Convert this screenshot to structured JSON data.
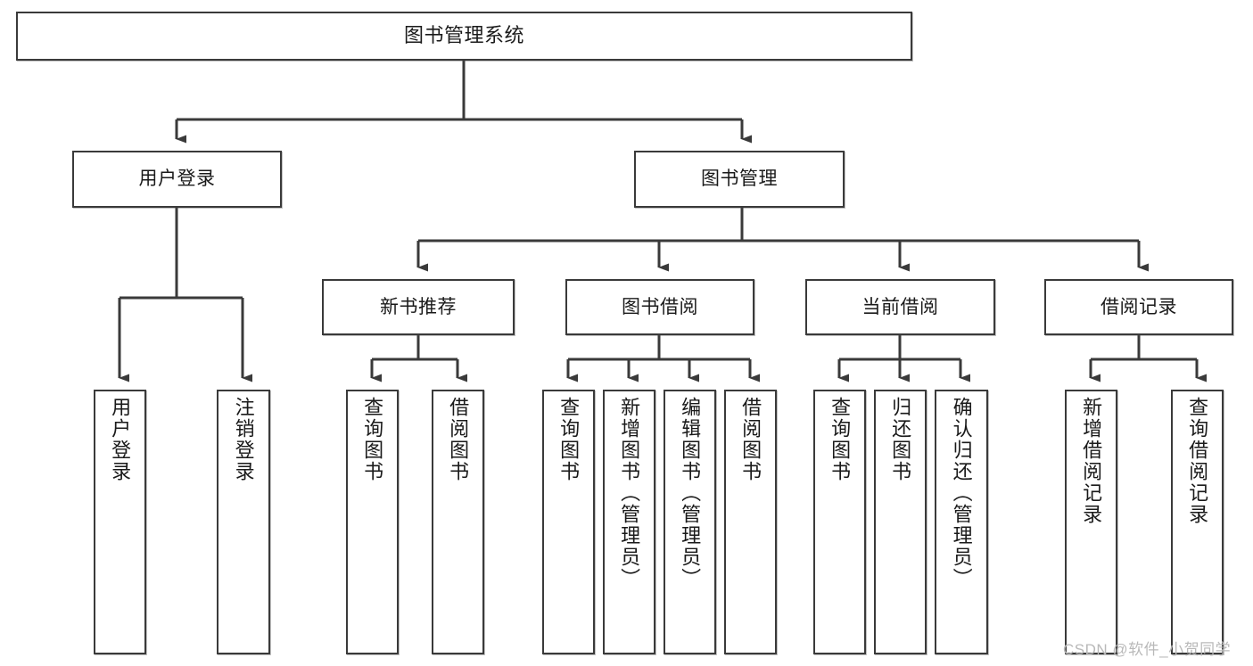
{
  "diagram": {
    "title": "图书管理系统",
    "watermark": "CSDN @软件_小贺同学",
    "colors": {
      "box_border": "#3a3a3a",
      "box_fill": "#ffffff",
      "edge": "#3a3a3a",
      "text": "#1a1a1a",
      "watermark": "#b9b9b9"
    },
    "nodes": {
      "root": {
        "label": "图书管理系统"
      },
      "level2": [
        {
          "label": "用户登录"
        },
        {
          "label": "图书管理"
        }
      ],
      "level3": [
        {
          "label": "新书推荐"
        },
        {
          "label": "图书借阅"
        },
        {
          "label": "当前借阅"
        },
        {
          "label": "借阅记录"
        }
      ],
      "leaves": {
        "user_login": [
          {
            "label": "用户登录"
          },
          {
            "label": "注销登录"
          }
        ],
        "new_book": [
          {
            "label": "查询图书"
          },
          {
            "label": "借阅图书"
          }
        ],
        "borrow_book": [
          {
            "label": "查询图书"
          },
          {
            "label": "新增图书（管理员）"
          },
          {
            "label": "编辑图书（管理员）"
          },
          {
            "label": "借阅图书"
          }
        ],
        "current_borrow": [
          {
            "label": "查询图书"
          },
          {
            "label": "归还图书"
          },
          {
            "label": "确认归还（管理员）"
          }
        ],
        "borrow_record": [
          {
            "label": "新增借阅记录"
          },
          {
            "label": "查询借阅记录"
          }
        ]
      }
    }
  }
}
